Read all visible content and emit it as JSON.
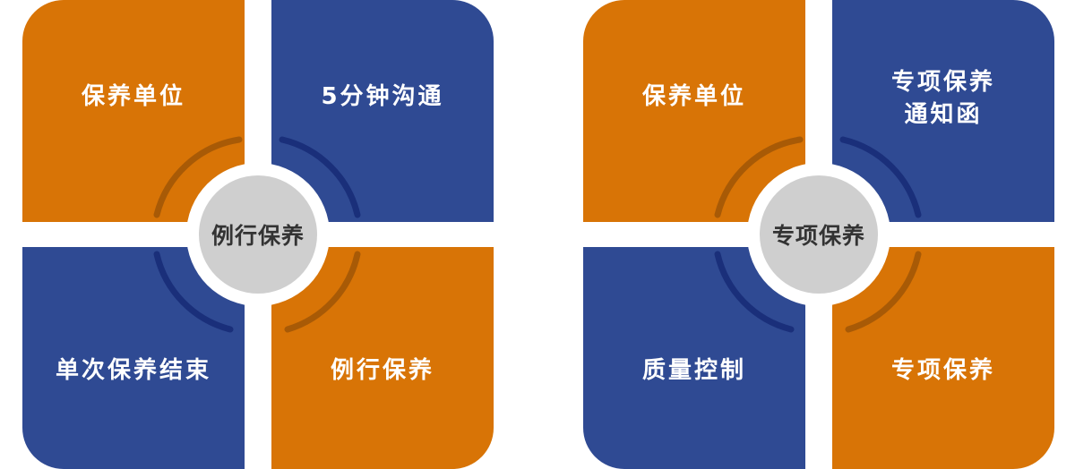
{
  "colors": {
    "orange": "#d87406",
    "blue": "#2f4a93",
    "orange_arc": "#a85a06",
    "blue_arc": "#1a2f7a",
    "center": "#cfcfcf"
  },
  "diagrams": [
    {
      "center": "例行保养",
      "top_left": "保养单位",
      "top_right": "5分钟沟通",
      "bottom_left": "单次保养结束",
      "bottom_right": "例行保养"
    },
    {
      "center": "专项保养",
      "top_left": "保养单位",
      "top_right": [
        "专项保养",
        "通知函"
      ],
      "bottom_left": "质量控制",
      "bottom_right": "专项保养"
    }
  ]
}
